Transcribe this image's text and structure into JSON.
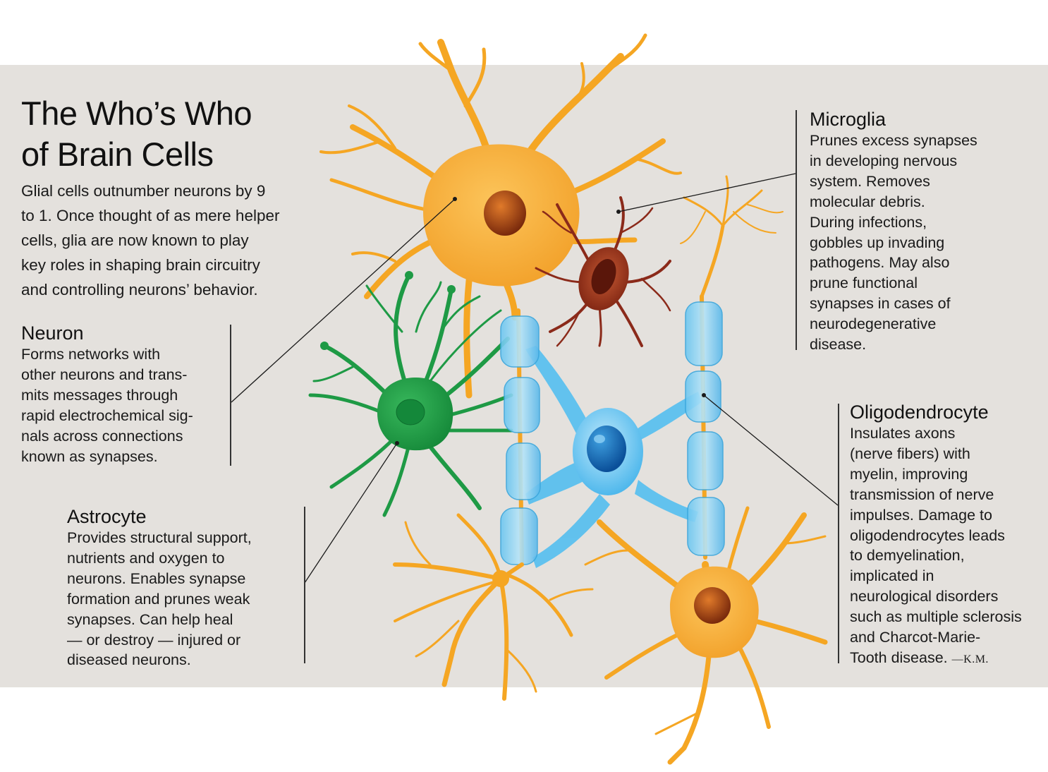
{
  "title": [
    "The Who’s Who",
    "of Brain Cells"
  ],
  "intro": [
    "Glial cells outnumber neurons by 9",
    "to 1. Once thought of as mere helper",
    "cells, glia are now known to play",
    "key roles in shaping brain circuitry",
    "and controlling neurons’ behavior."
  ],
  "neuron": {
    "heading": "Neuron",
    "lines": [
      "Forms networks with",
      "other neurons and trans-",
      "mits messages through",
      "rapid electrochemical sig-",
      "nals across connections",
      "known as synapses."
    ]
  },
  "astrocyte": {
    "heading": "Astrocyte",
    "lines": [
      "Provides structural support,",
      "nutrients and oxygen to",
      "neurons. Enables synapse",
      "formation and prunes weak",
      "synapses. Can help heal",
      "— or destroy — injured or",
      "diseased neurons."
    ]
  },
  "microglia": {
    "heading": "Microglia",
    "lines": [
      "Prunes excess synapses",
      "in developing nervous",
      "system. Removes",
      "molecular debris.",
      "During infections,",
      "gobbles up invading",
      "pathogens. May also",
      "prune functional",
      "synapses in cases of",
      "neurodegenerative",
      "disease."
    ]
  },
  "oligodendrocyte": {
    "heading": "Oligodendrocyte",
    "lines": [
      "Insulates axons",
      "(nerve fibers) with",
      "myelin, improving",
      "transmission of nerve",
      "impulses. Damage to",
      "oligodendrocytes leads",
      "to demyelination,",
      "implicated in",
      "neurological disorders",
      "such as multiple sclerosis",
      "and Charcot-Marie-",
      "Tooth disease."
    ],
    "credit": "—K.M."
  },
  "colors": {
    "panel": "#e4e1dd",
    "neuron": "#f5a623",
    "astrocyte": "#1e9a45",
    "microglia": "#8b2a1a",
    "oligodendrocyte": "#5bc0ee"
  }
}
